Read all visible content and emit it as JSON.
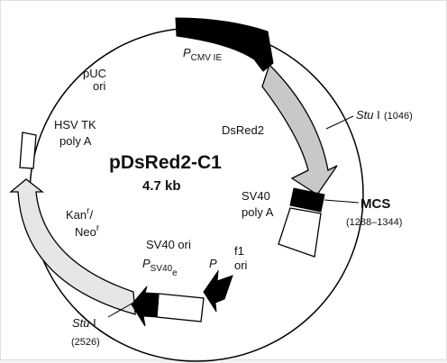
{
  "plasmid": {
    "name": "pDsRed2-C1",
    "size": "4.7 kb"
  },
  "labels": {
    "pcmv_main": "P",
    "pcmv_sub": "CMV IE",
    "puc_line1": "pUC",
    "puc_line2": "ori",
    "hsv_line1": "HSV TK",
    "hsv_line2": "poly A",
    "dsred2": "DsRed2",
    "sv40pa_line1": "SV40",
    "sv40pa_line2": "poly A",
    "mcs": "MCS",
    "mcs_range": "(1288–1344)",
    "kan_main": "Kan",
    "kan_sup": "r",
    "kan_slash": "/",
    "neo_main": "Neo",
    "neo_sup": "r",
    "sv40ori": "SV40 ori",
    "psv40_main": "P",
    "psv40_sub": "SV40",
    "psv40_subsub": "e",
    "p_label": "P",
    "f1_line1": "f1",
    "f1_line2": "ori",
    "stu1_enzyme": "Stu",
    "stu1_site": " I",
    "stu1_pos": "(1046)",
    "stu2_enzyme": "Stu",
    "stu2_site": " I",
    "stu2_pos": "(2526)"
  },
  "colors": {
    "black_feature": "#000000",
    "dsred_fill": "#c8c8c8",
    "kan_fill": "#e6e6e6",
    "white_feature": "#ffffff",
    "outline": "#000000"
  }
}
